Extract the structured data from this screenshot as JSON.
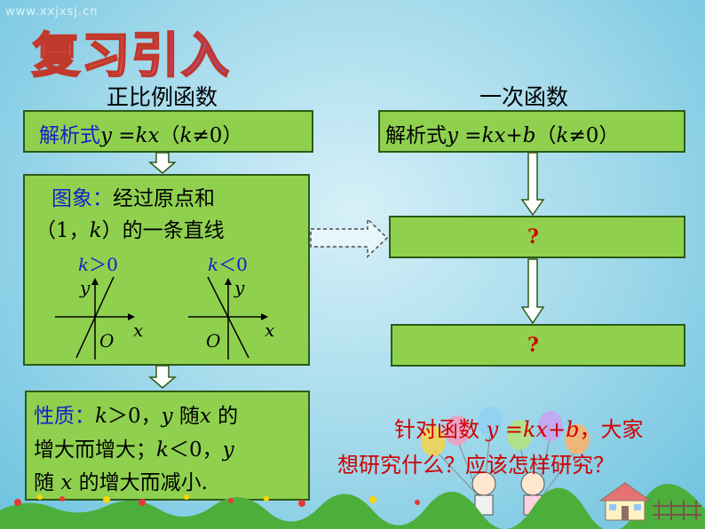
{
  "watermark": "www.xxjxsj.cn",
  "title": "复习引入",
  "left": {
    "heading": "正比例函数",
    "formula_label": "解析式",
    "formula_y": "y",
    "formula_eq": " =",
    "formula_kx": "kx",
    "formula_paren_open": "（",
    "formula_k": "k",
    "formula_ne": "≠0）",
    "graph_line1_label": "图象：",
    "graph_line1_text": "经过原点和",
    "graph_line2_a": "（1，",
    "graph_line2_k": "k",
    "graph_line2_b": "）的一条直线",
    "pos_k": "k",
    "pos_cond": "＞0",
    "neg_k": "k",
    "neg_cond": "＜0",
    "axis_y": "y",
    "axis_x": "x",
    "origin": "O",
    "prop_label": "性质：",
    "prop_l1_k": "k",
    "prop_l1_a": "＞0，",
    "prop_l1_y": "y",
    "prop_l1_b": " 随",
    "prop_l1_x": "x",
    "prop_l1_c": " 的",
    "prop_l2_a": "增大而增大；",
    "prop_l2_k": "k",
    "prop_l2_b": "＜0，",
    "prop_l2_y": "y",
    "prop_l3_a": "随 ",
    "prop_l3_x": "x",
    "prop_l3_b": " 的增大而减小."
  },
  "right": {
    "heading": "一次函数",
    "formula_label": "解析式",
    "formula_y": "y",
    "formula_eq": " =",
    "formula_kx": "kx",
    "formula_plus": "+",
    "formula_b": "b",
    "formula_paren_open": "（",
    "formula_k": "k",
    "formula_ne": "≠0）",
    "q1": "?",
    "q2": "?"
  },
  "question": {
    "l1_a": "针对函数 ",
    "l1_y": "y",
    "l1_eq": " =",
    "l1_kx": "kx",
    "l1_plus": "+",
    "l1_b": "b",
    "l1_c": "，大家",
    "l2": "想研究什么？应该怎样研究？"
  },
  "colors": {
    "box_fill": "#8fd14f",
    "box_border": "#2d5a15",
    "label_blue": "#1520c8",
    "question_red": "#d00000"
  }
}
